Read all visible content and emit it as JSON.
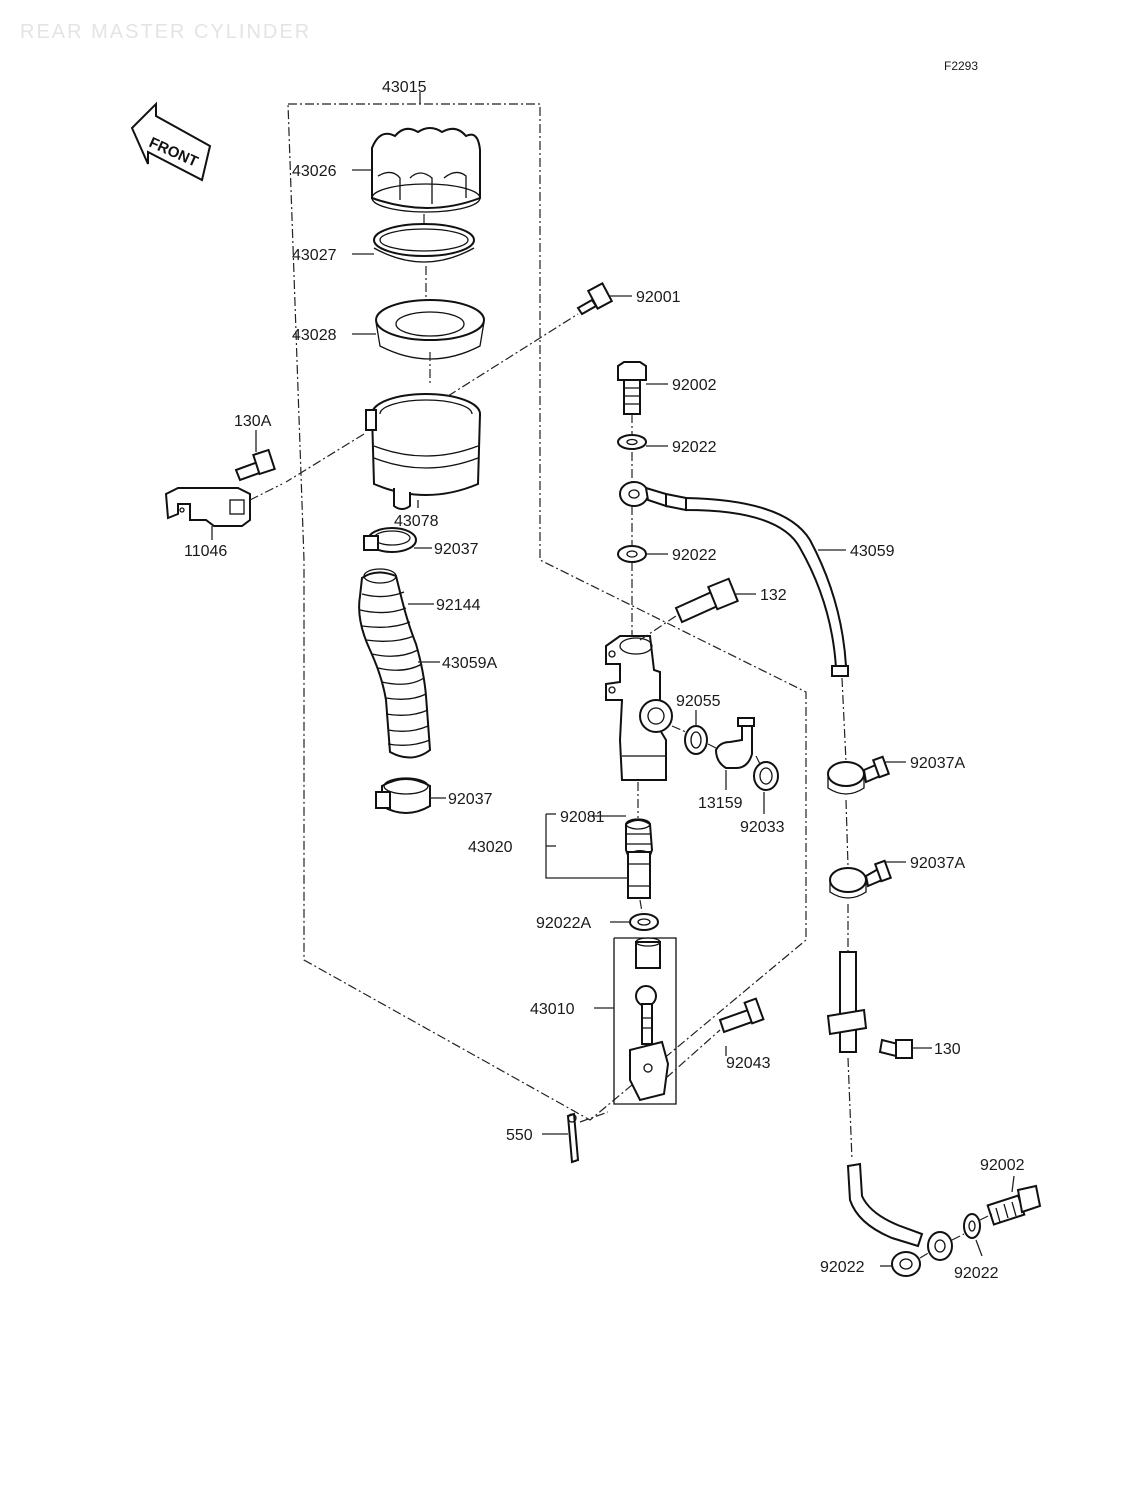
{
  "diagram": {
    "title": "REAR MASTER CYLINDER",
    "figure_code": "F2293",
    "front_label": "FRONT",
    "parts": {
      "p43015": "43015",
      "p43026": "43026",
      "p43027": "43027",
      "p43028": "43028",
      "p92001": "92001",
      "p92002_top": "92002",
      "p92022_a": "92022",
      "p130A": "130A",
      "p43078": "43078",
      "p11046": "11046",
      "p92037_a": "92037",
      "p92022_b": "92022",
      "p43059": "43059",
      "p132": "132",
      "p92144": "92144",
      "p43059A": "43059A",
      "p92055": "92055",
      "p92037A_a": "92037A",
      "p13159": "13159",
      "p92033": "92033",
      "p92037_b": "92037",
      "p92081": "92081",
      "p43020": "43020",
      "p92037A_b": "92037A",
      "p92022A": "92022A",
      "p43010": "43010",
      "p130": "130",
      "p92043": "92043",
      "p550": "550",
      "p92002_bot": "92002",
      "p92022_c": "92022",
      "p92022_d": "92022"
    }
  }
}
